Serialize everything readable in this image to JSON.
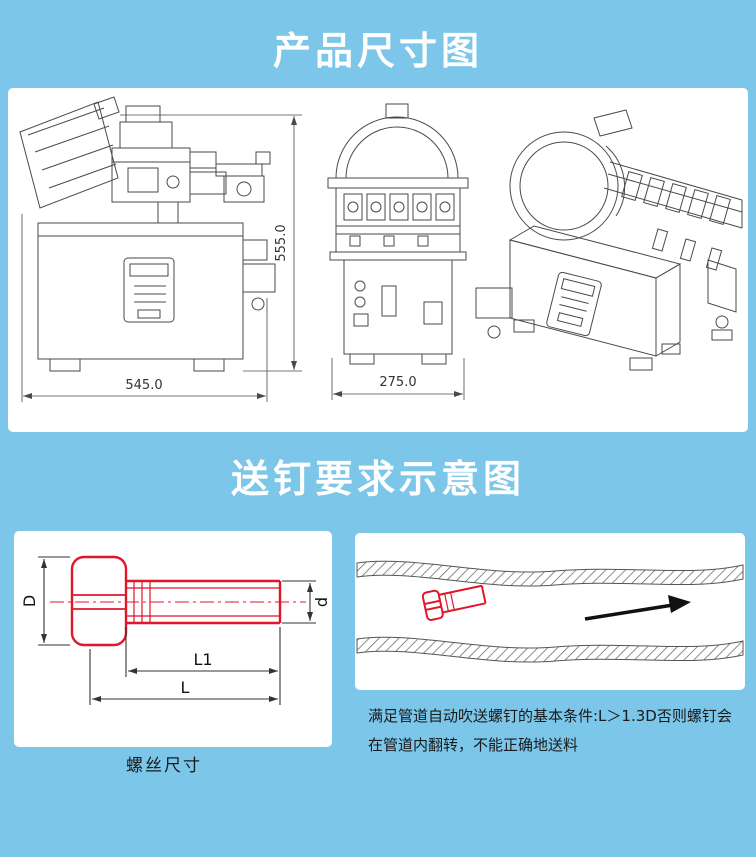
{
  "titles": {
    "product_dimensions": "产品尺寸图",
    "feeding_requirement": "送钉要求示意图"
  },
  "machine": {
    "front_width": "545.0",
    "front_height": "555.0",
    "side_width": "275.0"
  },
  "screw": {
    "dim_D": "D",
    "dim_d": "d",
    "dim_L1": "L1",
    "dim_L": "L",
    "caption": "螺丝尺寸"
  },
  "pipe": {
    "note_line1": "满足管道自动吹送螺钉的基本条件:L＞1.3D否则螺钉会",
    "note_line2": "在管道内翻转，不能正确地送料"
  },
  "colors": {
    "background": "#7BC6E9",
    "panel": "#FFFFFF",
    "screw_red": "#E0162B",
    "drawing_line": "#4A4A4A",
    "title_text": "#FFFFFF",
    "note_text": "#1A1A1A"
  }
}
